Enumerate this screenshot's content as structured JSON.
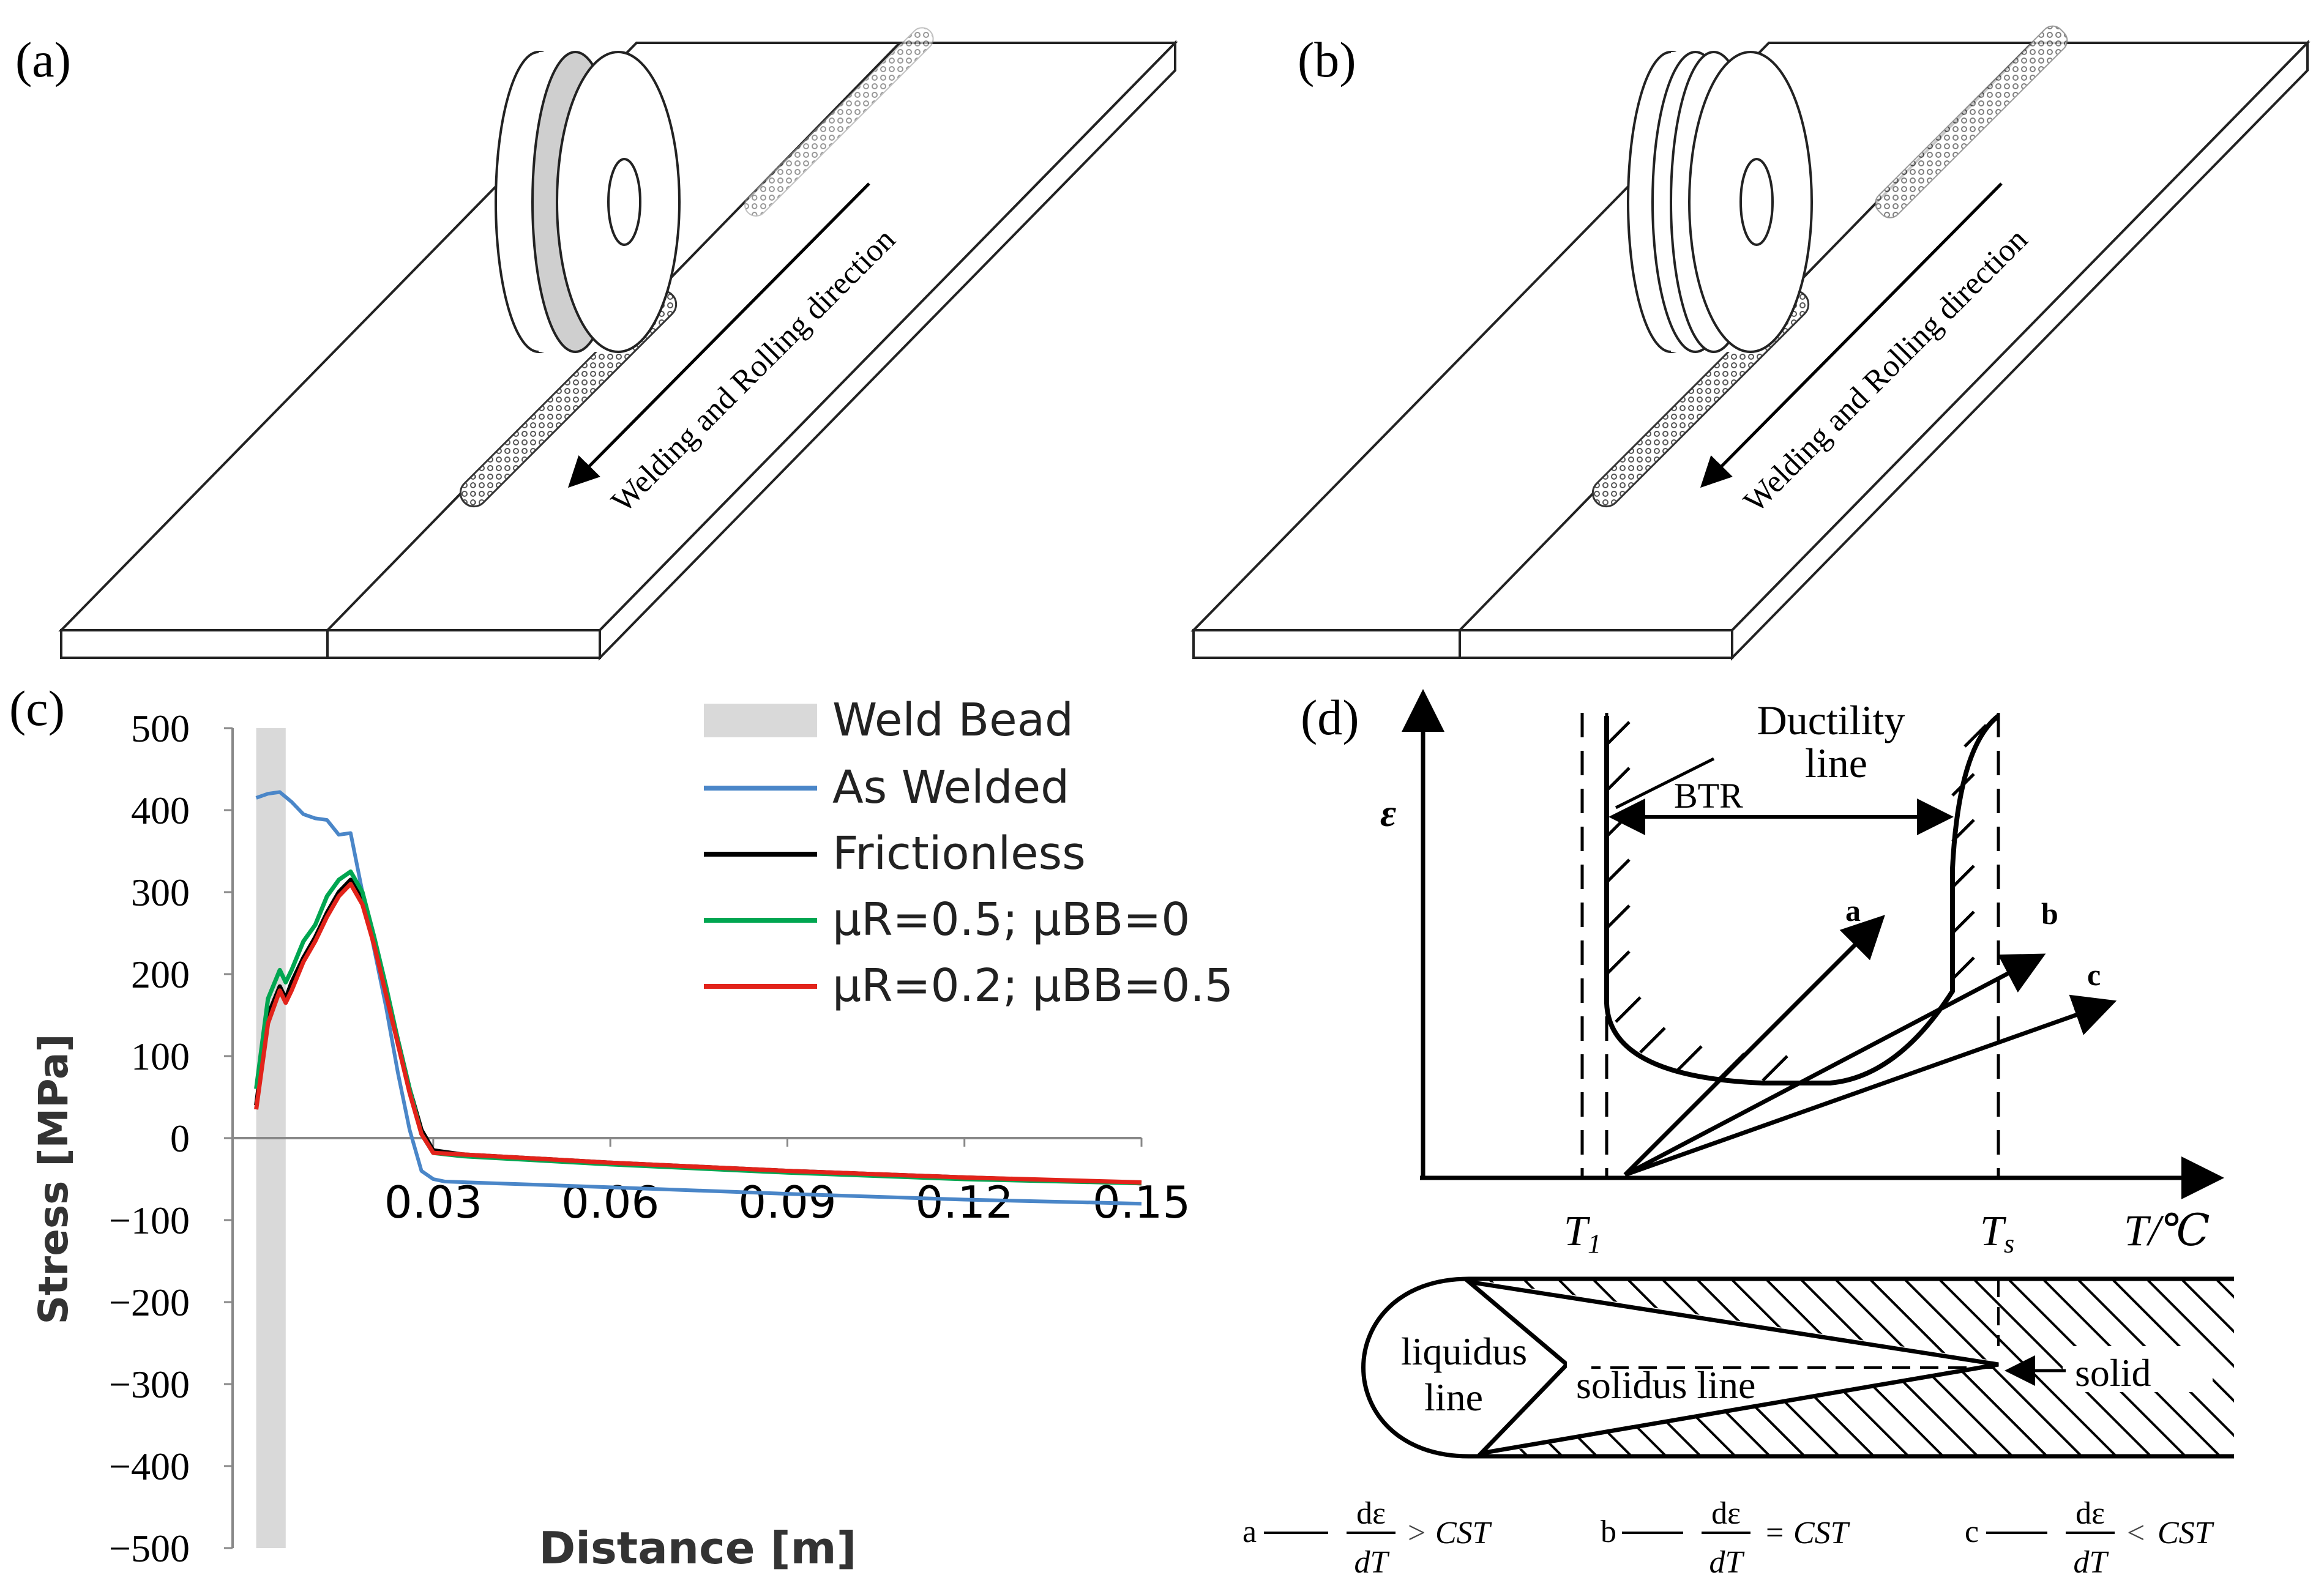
{
  "panels": {
    "a": {
      "label": "(a)",
      "arrow_text": "Welding and Rolling direction"
    },
    "b": {
      "label": "(b)",
      "arrow_text": "Welding and Rolling direction"
    },
    "c": {
      "label": "(c)"
    },
    "d": {
      "label": "(d)",
      "y_axis_symbol": "ε",
      "x_axis_label": "T/℃",
      "tick_t1": "T",
      "tick_t1_sub": "1",
      "tick_ts": "T",
      "tick_ts_sub": "s",
      "ductility_line": [
        "Ductility",
        "line"
      ],
      "btr": "BTR",
      "line_a": "a",
      "line_b": "b",
      "line_c": "c",
      "liquidus": [
        "liquidus",
        "line"
      ],
      "solidus": "solidus line",
      "solid": "solid",
      "cond_a": {
        "letter": "a",
        "num": "dε",
        "den": "dT",
        "op": ">",
        "rhs": "CST"
      },
      "cond_b": {
        "letter": "b",
        "num": "dε",
        "den": "dT",
        "op": "=",
        "rhs": "CST"
      },
      "cond_c": {
        "letter": "c",
        "num": "dε",
        "den": "dT",
        "op": "<",
        "rhs": "CST"
      }
    }
  },
  "chart_data": {
    "type": "line",
    "title": "",
    "xlabel": "Distance [m]",
    "ylabel": "Stress [MPa]",
    "xlim": [
      -0.004,
      0.15
    ],
    "ylim": [
      -500,
      500
    ],
    "x_ticks": [
      0.03,
      0.06,
      0.09,
      0.12,
      0.15
    ],
    "x_tick_labels": [
      "0.03",
      "0.06",
      "0.09",
      "0.12",
      "0.15"
    ],
    "y_ticks": [
      500,
      400,
      300,
      200,
      100,
      0,
      -100,
      -200,
      -300,
      -400,
      -500
    ],
    "y_tick_labels": [
      "500",
      "400",
      "300",
      "200",
      "100",
      "0",
      "−100",
      "−200",
      "−300",
      "−400",
      "−500"
    ],
    "weld_bead": {
      "name": "Weld Bead",
      "x_range": [
        0.0,
        0.005
      ],
      "color": "#d9d9d9"
    },
    "legend_placement": "top-right",
    "series": [
      {
        "name": "As Welded",
        "color": "#4a86c8",
        "x": [
          0,
          0.002,
          0.004,
          0.006,
          0.008,
          0.01,
          0.012,
          0.014,
          0.016,
          0.018,
          0.02,
          0.022,
          0.024,
          0.026,
          0.028,
          0.03,
          0.032,
          0.04,
          0.06,
          0.09,
          0.12,
          0.15
        ],
        "y": [
          415,
          420,
          422,
          410,
          395,
          390,
          388,
          370,
          372,
          300,
          230,
          160,
          80,
          10,
          -40,
          -50,
          -53,
          -55,
          -60,
          -68,
          -75,
          -80
        ]
      },
      {
        "name": "Frictionless",
        "color": "#000000",
        "x": [
          0,
          0.002,
          0.004,
          0.005,
          0.006,
          0.008,
          0.01,
          0.012,
          0.014,
          0.016,
          0.018,
          0.02,
          0.022,
          0.024,
          0.026,
          0.028,
          0.03,
          0.035,
          0.06,
          0.09,
          0.12,
          0.15
        ],
        "y": [
          40,
          150,
          185,
          170,
          190,
          220,
          245,
          275,
          300,
          315,
          290,
          240,
          180,
          120,
          60,
          10,
          -15,
          -20,
          -30,
          -40,
          -48,
          -55
        ]
      },
      {
        "name": "μR=0.5; μBB=0",
        "color": "#00a651",
        "x": [
          0,
          0.002,
          0.004,
          0.005,
          0.006,
          0.008,
          0.01,
          0.012,
          0.014,
          0.016,
          0.018,
          0.02,
          0.022,
          0.024,
          0.026,
          0.028,
          0.03,
          0.035,
          0.06,
          0.09,
          0.12,
          0.15
        ],
        "y": [
          60,
          170,
          205,
          190,
          205,
          240,
          260,
          295,
          315,
          325,
          300,
          245,
          185,
          120,
          60,
          5,
          -18,
          -22,
          -32,
          -42,
          -50,
          -55
        ]
      },
      {
        "name": "μR=0.2; μBB=0.5",
        "color": "#e2231a",
        "x": [
          0,
          0.002,
          0.004,
          0.005,
          0.006,
          0.008,
          0.01,
          0.012,
          0.014,
          0.016,
          0.018,
          0.02,
          0.022,
          0.024,
          0.026,
          0.028,
          0.03,
          0.035,
          0.06,
          0.09,
          0.12,
          0.15
        ],
        "y": [
          35,
          140,
          180,
          165,
          180,
          215,
          240,
          270,
          295,
          310,
          285,
          235,
          175,
          115,
          55,
          5,
          -18,
          -20,
          -30,
          -40,
          -48,
          -54
        ]
      }
    ]
  }
}
